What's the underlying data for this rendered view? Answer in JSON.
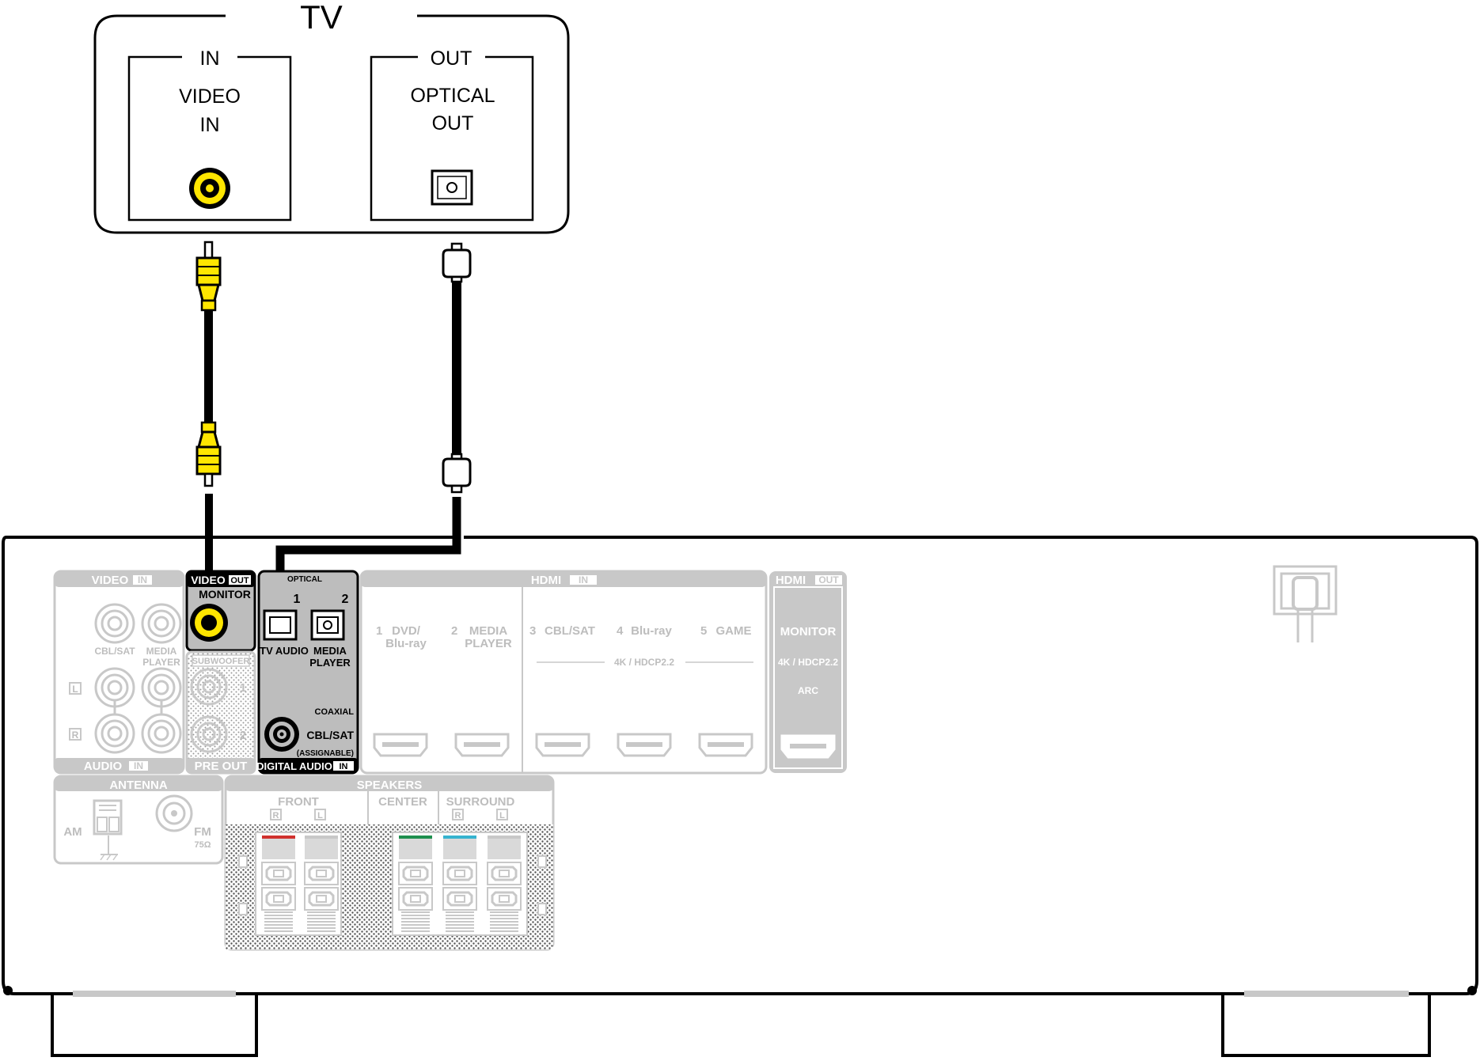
{
  "tv": {
    "title": "TV",
    "in_label": "IN",
    "out_label": "OUT",
    "video_in_line1": "VIDEO",
    "video_in_line2": "IN",
    "optical_out_line1": "OPTICAL",
    "optical_out_line2": "OUT"
  },
  "receiver": {
    "video_in": {
      "header": "VIDEO",
      "badge": "IN",
      "cbl_sat": "CBL/SAT",
      "media_line1": "MEDIA",
      "media_line2": "PLAYER",
      "left": "L",
      "right": "R"
    },
    "audio_in": {
      "header": "AUDIO",
      "badge": "IN"
    },
    "video_out": {
      "header": "VIDEO",
      "badge": "OUT",
      "monitor": "MONITOR"
    },
    "pre_out": {
      "subwoofer": "SUBWOOFER",
      "ch1": "1",
      "ch2": "2",
      "label": "PRE OUT"
    },
    "digital_audio": {
      "optical": "OPTICAL",
      "num1": "1",
      "num2": "2",
      "tv_audio": "TV AUDIO",
      "media_line1": "MEDIA",
      "media_line2": "PLAYER",
      "coaxial": "COAXIAL",
      "cbl_sat": "CBL/SAT",
      "assignable": "(ASSIGNABLE)",
      "footer": "DIGITAL AUDIO",
      "badge": "IN"
    },
    "hdmi_in": {
      "header": "HDMI",
      "badge": "IN",
      "inputs": [
        {
          "num": "1",
          "line1": "DVD/",
          "line2": "Blu-ray"
        },
        {
          "num": "2",
          "line1": "MEDIA",
          "line2": "PLAYER"
        },
        {
          "num": "3",
          "line1": "CBL/SAT",
          "line2": ""
        },
        {
          "num": "4",
          "line1": "Blu-ray",
          "line2": ""
        },
        {
          "num": "5",
          "line1": "GAME",
          "line2": ""
        }
      ],
      "spec": "4K / HDCP2.2"
    },
    "hdmi_out": {
      "header": "HDMI",
      "badge": "OUT",
      "monitor": "MONITOR",
      "spec": "4K / HDCP2.2",
      "arc": "ARC"
    },
    "antenna": {
      "header": "ANTENNA",
      "am": "AM",
      "fm": "FM",
      "ohm": "75Ω"
    },
    "speakers": {
      "header": "SPEAKERS",
      "front": "FRONT",
      "center": "CENTER",
      "surround": "SURROUND",
      "r": "R",
      "l": "L"
    }
  },
  "colors": {
    "cable_yellow": "#ffe600",
    "panel_gray": "#c8c8c8",
    "highlight_panel": "#bdbdbd",
    "front_r": "#d0312d",
    "center": "#1e8f4e",
    "surround_r": "#36b3cf"
  }
}
